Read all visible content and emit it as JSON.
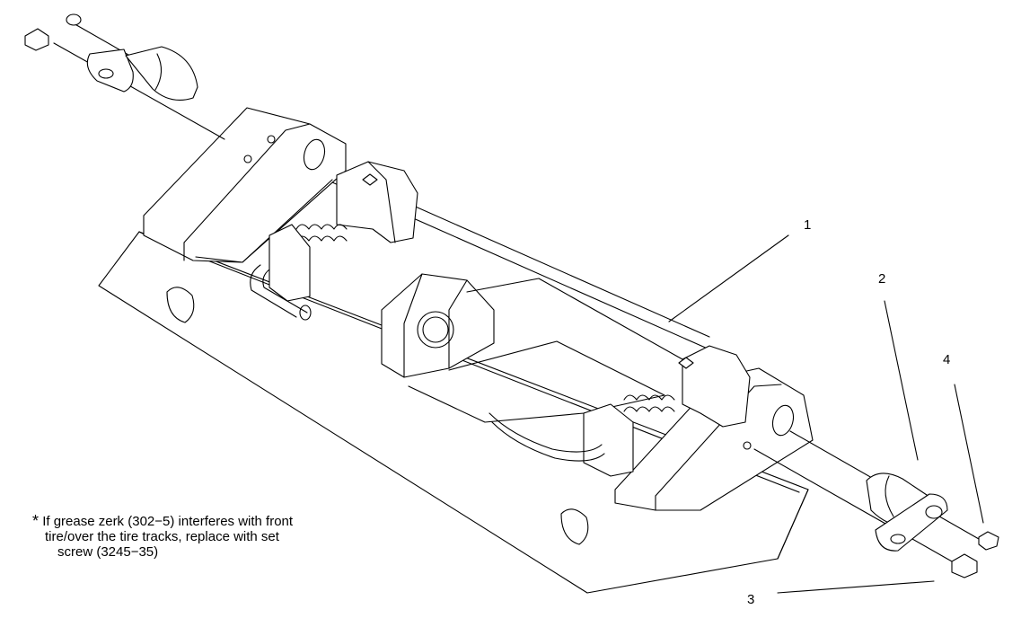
{
  "callouts": {
    "c1": "1",
    "c2": "2",
    "c3": "3",
    "c4": "4"
  },
  "footnote": {
    "asterisk": "*",
    "line1": "If grease zerk (302−5) interferes with front",
    "line2": "tire/over the tire tracks, replace with set",
    "line3": "screw (3245−35)"
  }
}
